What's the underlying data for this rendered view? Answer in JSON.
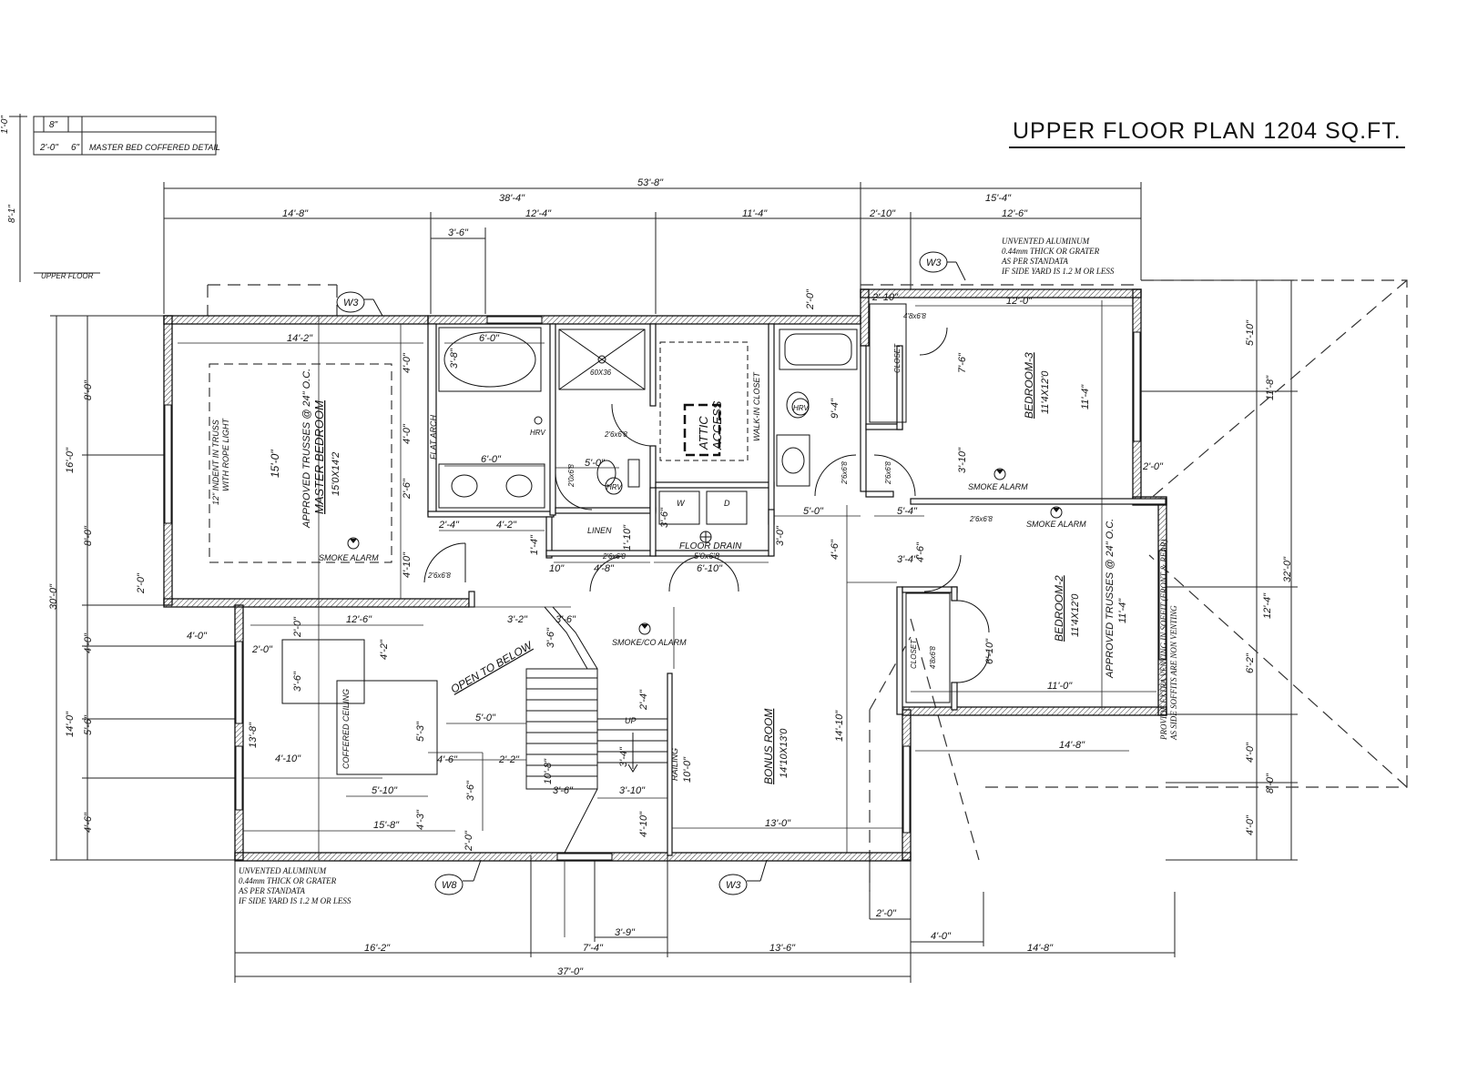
{
  "title": "UPPER FLOOR PLAN 1204 SQ.FT.",
  "detail": {
    "label": "MASTER BED COFFERED DETAIL",
    "dims": [
      "1'-0\"",
      "8\"",
      "2'-0\"",
      "6\"",
      "8'-1\""
    ],
    "floor_label": "UPPER FLOOR"
  },
  "rooms": {
    "master": {
      "name": "MASTER BEDROOM",
      "size": "15'0X14'2"
    },
    "bedroom3": {
      "name": "BEDROOM-3",
      "size": "11'4X12'0"
    },
    "bedroom2": {
      "name": "BEDROOM-2",
      "size": "11'4X12'0"
    },
    "bonus": {
      "name": "BONUS ROOM",
      "size": "14'10X13'0"
    }
  },
  "labels": {
    "attic1": "ATTIC",
    "attic2": "ACCESS",
    "walkin": "WALK-IN CLOSET",
    "linen": "LINEN",
    "floor_drain": "FLOOR DRAIN",
    "open_below": "OPEN TO BELOW",
    "coffered": "COFFERED CEILING",
    "railing": "RAILING",
    "trusses": "APPROVED TRUSSES @ 24\" O.C.",
    "indent1": "12\" INDENT IN TRUSS",
    "indent2": "WITH ROPE LIGHT",
    "flat_arch": "FLAT ARCH",
    "closet": "CLOSET",
    "hrv": "HRV",
    "tub": "60X36",
    "up": "UP",
    "w": "W",
    "d": "D"
  },
  "alarms": {
    "smoke": "SMOKE ALARM",
    "smoke_co": "SMOKE/CO ALARM"
  },
  "tags": {
    "w3": "W3",
    "w8": "W8"
  },
  "notes": {
    "venting_top": [
      "UNVENTED ALUMINUM",
      "0.44mm THICK OR GRATER",
      "AS PER STANDATA",
      "IF SIDE YARD IS 1.2 M OR LESS"
    ],
    "venting_bottom": [
      "UNVENTED ALUMINUM",
      "0.44mm THICK OR GRATER",
      "AS PER STANDATA",
      "IF SIDE YARD IS 1.2 M OR LESS"
    ],
    "soffit": [
      "PROVIDE EXTRA VENTING IN SOFFIT (FRONT & REAR)",
      "AS SIDE SOFFITS ARE NON VENTING"
    ]
  },
  "doors": {
    "d2668": "2'6x6'8",
    "d2068": "2'0x6'8",
    "d5068": "5'0x6'8",
    "d4868": "4'8x6'8"
  },
  "dims": {
    "overall_w": "53'-8\"",
    "seg_38_4": "38'-4\"",
    "seg_15_4": "15'-4\"",
    "seg_14_8": "14'-8\"",
    "seg_12_4": "12'-4\"",
    "seg_11_4": "11'-4\"",
    "seg_2_10": "2'-10\"",
    "seg_12_6": "12'-6\"",
    "seg_3_6": "3'-6\"",
    "seg_2_0": "2'-0\"",
    "seg_12_0": "12'-0\"",
    "seg_14_2": "14'-2\"",
    "seg_6_0": "6'-0\"",
    "seg_3_8": "3'-8\"",
    "seg_5_0": "5'-0\"",
    "seg_2_4": "2'-4\"",
    "seg_4_2": "4'-2\"",
    "seg_1_4": "1'-4\"",
    "seg_1_10": "1'-10\"",
    "seg_10": "10\"",
    "seg_4_8": "4'-8\"",
    "seg_6_10": "6'-10\"",
    "seg_3_0": "3'-0\"",
    "seg_3_6b": "3'-6\"",
    "seg_5_4": "5'-4\"",
    "seg_4_0": "4'-0\"",
    "seg_4_6": "4'-6\"",
    "seg_3_4": "3'-4\"",
    "seg_2_6": "2'-6\"",
    "seg_4_10": "4'-10\"",
    "seg_8_0": "8'-0\"",
    "seg_16_0": "16'-0\"",
    "seg_30_0": "30'-0\"",
    "seg_14_0": "14'-0\"",
    "seg_5_6": "5'-6\"",
    "seg_13_8": "13'-8\"",
    "seg_3_2": "3'-2\"",
    "seg_5_3": "5'-3\"",
    "seg_5_10": "5'-10\"",
    "seg_15_8": "15'-8\"",
    "seg_4_3": "4'-3\"",
    "seg_2_2": "2'-2\"",
    "seg_10_8": "10'-8\"",
    "seg_3_10": "3'-10\"",
    "seg_10_0": "10'-0\"",
    "seg_13_0": "13'-0\"",
    "seg_14_10": "14'-10\"",
    "seg_9_4": "9'-4\"",
    "seg_7_6": "7'-6\"",
    "seg_11_0": "11'-0\"",
    "seg_6_2": "6'-2\"",
    "seg_12_4b": "12'-4\"",
    "seg_32_0": "32'-0\"",
    "seg_11_8": "11'-8\"",
    "seg_3_9": "3'-9\"",
    "seg_7_4": "7'-4\"",
    "seg_13_6": "13'-6\"",
    "seg_16_2": "16'-2\"",
    "seg_37_0": "37'-0\"",
    "seg_15_0": "15'-0\""
  }
}
